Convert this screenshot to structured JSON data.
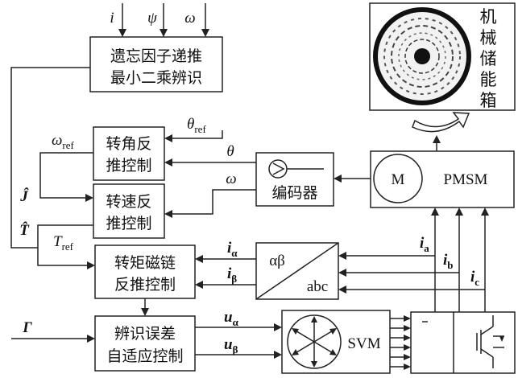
{
  "blocks": {
    "identifier": {
      "line1": "遗忘因子递推",
      "line2": "最小二乘辨识"
    },
    "angle_ctrl": {
      "line1": "转角反",
      "line2": "推控制"
    },
    "speed_ctrl": {
      "line1": "转速反",
      "line2": "推控制"
    },
    "torque_flux_ctrl": {
      "line1": "转矩磁链",
      "line2": "反推控制"
    },
    "adaptive_ctrl": {
      "line1": "辨识误差",
      "line2": "自适应控制"
    },
    "encoder": "编码器",
    "transform": {
      "top": "αβ",
      "bottom": "abc"
    },
    "svm": "SVM",
    "motor": {
      "symbol": "M",
      "label": "PMSM"
    },
    "storage": {
      "chars": [
        "机",
        "械",
        "储",
        "能",
        "箱"
      ]
    }
  },
  "signals": {
    "inputs_top": [
      "i",
      "ψ",
      "ω"
    ],
    "theta_ref": {
      "base": "θ",
      "sub": "ref"
    },
    "omega_ref": {
      "base": "ω",
      "sub": "ref"
    },
    "theta": "θ",
    "omega": "ω",
    "J_hat": "Ĵ",
    "T_hat": "T̂",
    "T_ref": {
      "base": "T",
      "sub": "ref"
    },
    "i_alpha": {
      "base": "i",
      "sub": "α"
    },
    "i_beta": {
      "base": "i",
      "sub": "β"
    },
    "u_alpha": {
      "base": "u",
      "sub": "α"
    },
    "u_beta": {
      "base": "u",
      "sub": "β"
    },
    "i_a": {
      "base": "i",
      "sub": "a"
    },
    "i_b": {
      "base": "i",
      "sub": "b"
    },
    "i_c": {
      "base": "i",
      "sub": "c"
    },
    "gamma": "Γ"
  }
}
